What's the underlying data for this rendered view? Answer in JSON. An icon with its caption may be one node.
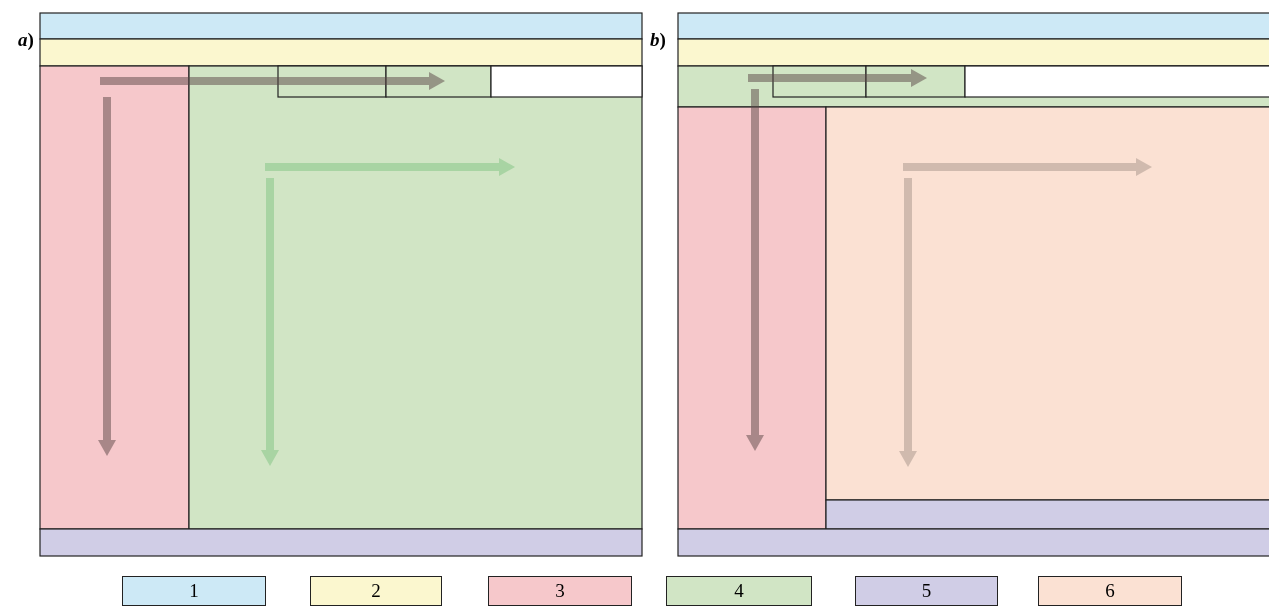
{
  "diagram": {
    "nodes": [
      {
        "text": [],
        "shape": "box"
      },
      {
        "text": [],
        "shape": "box"
      },
      {
        "text": [],
        "shape": "box"
      },
      {
        "text": [],
        "shape": "box"
      },
      {
        "text": [],
        "shape": "box",
        "in": 3
      },
      {
        "text": [],
        "shape": "box",
        "in": 3
      },
      {
        "text": [],
        "shape": "box",
        "in": 3
      },
      {
        "text": [],
        "shape": "box"
      },
      {
        "text": [],
        "shape": "box"
      },
      {
        "text": [],
        "shape": "box"
      },
      {
        "text": [],
        "shape": "box"
      },
      {
        "text": [],
        "shape": "box",
        "in": 10
      },
      {
        "text": [],
        "shape": "box",
        "in": 10
      },
      {
        "text": [],
        "shape": "box",
        "in": 10
      },
      {
        "text": [],
        "shape": "box"
      },
      {
        "text": [],
        "shape": "box"
      },
      {
        "text": [],
        "shape": "box"
      },
      {
        "text": [],
        "shape": "box"
      }
    ],
    "labels": [
      "*a*)",
      "*b*)"
    ],
    "legend": [
      {
        "text": "1",
        "color": "#cde9f6"
      },
      {
        "text": "2",
        "color": "#fbf7cf"
      },
      {
        "text": "3",
        "color": "#f6c8cb"
      },
      {
        "text": "4",
        "color": "#d1e5c5"
      },
      {
        "text": "5",
        "color": "#d0cde6"
      },
      {
        "text": "6",
        "color": "#fbe1d3"
      }
    ]
  }
}
